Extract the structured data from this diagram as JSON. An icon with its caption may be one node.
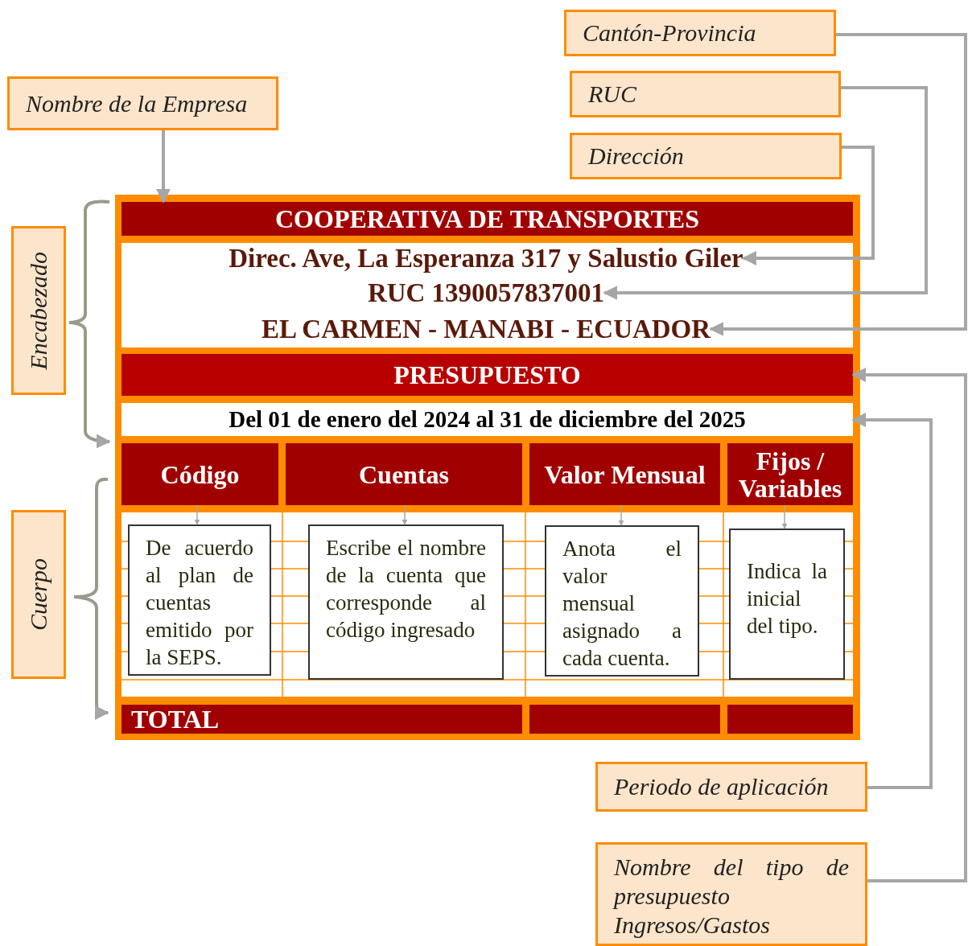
{
  "diagram": {
    "nodes": [
      {
        "text": [
          "Cantón-Provincia"
        ]
      },
      {
        "text": [
          "RUC"
        ]
      },
      {
        "text": [
          "Dirección"
        ]
      },
      {
        "text": [
          "Nombre de la Empresa"
        ]
      },
      {
        "text": [
          "Encabezado"
        ]
      },
      {
        "text": [
          "Cuerpo"
        ]
      },
      {
        "text": [
          "Periodo de aplicación"
        ]
      },
      {
        "text": [
          "Nombre del tipo de presupuesto Ingresos/Gastos"
        ]
      },
      {
        "text": [],
        "shape": "box"
      },
      {
        "text": [
          "COOPERATIVA DE TRANSPORTES"
        ],
        "in": 8
      },
      {
        "text": [
          "Direc. Ave, La Esperanza 317 y Salustio Giler"
        ],
        "in": 8
      },
      {
        "text": [
          "RUC 1390057837001"
        ],
        "in": 8
      },
      {
        "text": [
          "EL CARMEN - MANABI - ECUADOR"
        ],
        "in": 8
      },
      {
        "text": [
          "PRESUPUESTO"
        ],
        "in": 8
      },
      {
        "text": [
          "Del 01 de enero del 2024 al 31 de diciembre del 2025"
        ],
        "in": 8
      },
      {
        "text": [
          "Código"
        ],
        "in": 8
      },
      {
        "text": [
          "Cuentas"
        ],
        "in": 8
      },
      {
        "text": [
          "Valor Mensual"
        ],
        "in": 8
      },
      {
        "text": [
          "Fijos / Variables"
        ],
        "in": 8
      },
      {
        "text": [
          "De acuerdo al plan de cuentas emitido por la SEPS."
        ],
        "in": 8
      },
      {
        "text": [
          "Escribe el nombre de la cuenta que corresponde al código ingresado"
        ],
        "in": 8
      },
      {
        "text": [
          "Anota el valor mensual asignado a cada cuenta."
        ],
        "in": 8
      },
      {
        "text": [
          "Indica la inicial del tipo."
        ],
        "in": 8
      },
      {
        "text": [
          "TOTAL"
        ],
        "in": 8
      },
      {
        "text": [],
        "shape": "bar",
        "in": 8
      },
      {
        "text": [],
        "shape": "bar",
        "in": 8
      }
    ],
    "edges": [
      {
        "from": 3,
        "to": 9,
        "arrow": "to"
      },
      {
        "from": 2,
        "to": 10,
        "arrow": "to"
      },
      {
        "from": 1,
        "to": 11,
        "arrow": "to"
      },
      {
        "from": 0,
        "to": 12,
        "arrow": "to"
      },
      {
        "from": 7,
        "to": 13,
        "arrow": "to"
      },
      {
        "from": 6,
        "to": 14,
        "arrow": "to"
      },
      {
        "from": 15,
        "to": 19,
        "arrow": "to"
      },
      {
        "from": 16,
        "to": 20,
        "arrow": "to"
      },
      {
        "from": 17,
        "to": 21,
        "arrow": "to"
      },
      {
        "from": 18,
        "to": 22,
        "arrow": "to"
      }
    ]
  }
}
